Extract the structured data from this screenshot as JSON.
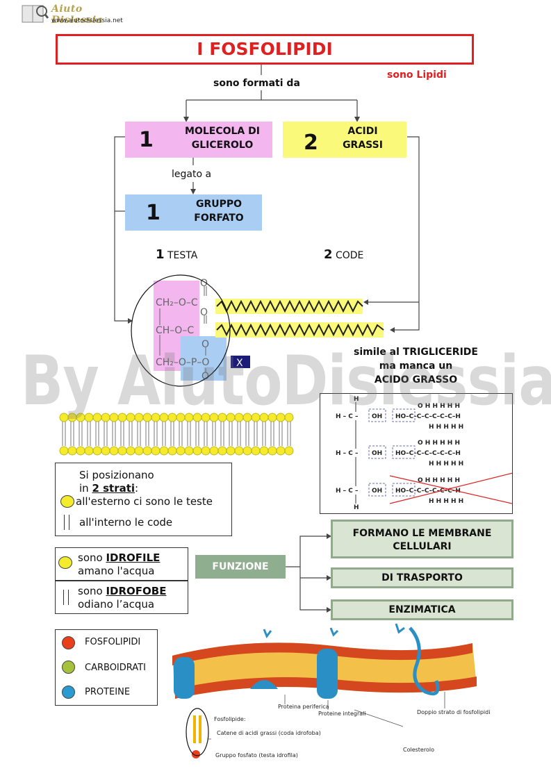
{
  "header": {
    "site_name": "Aiuto Dislessia",
    "site_url": "www.aiutodislessia.net"
  },
  "title": "I FOSFOLIPIDI",
  "note_lipidi": "sono Lipidi",
  "formed_by": "sono formati da",
  "glycerol": {
    "number": "1",
    "label_line1": "MOLECOLA DI",
    "label_line2": "GLICEROLO"
  },
  "fatty_acids": {
    "number": "2",
    "label_line1": "ACIDI",
    "label_line2": "GRASSI"
  },
  "linked_to": "legato a",
  "phosphate": {
    "number": "1",
    "label_line1": "GRUPPO",
    "label_line2": "FORFATO"
  },
  "head_label": {
    "number": "1",
    "text": "TESTA"
  },
  "tails_label": {
    "number": "2",
    "text": "CODE"
  },
  "structure": {
    "row1": "CH₂–O–C",
    "row2": "CH–O–C",
    "row3_a": "CH₂–O–P–O",
    "o": "O",
    "x": "X"
  },
  "triglyceride_note": {
    "line1": "simile al TRIGLICERIDE",
    "line2": "ma manca un",
    "line3": "ACIDO GRASSO"
  },
  "triglyceride_formula": {
    "h": "H",
    "c": "C",
    "oh": "OH",
    "left_h": "H – C –",
    "chain": "HO–C–C–C–C–C–C–H",
    "top": "O   H   H   H   H   H",
    "bottom": "H   H   H   H   H"
  },
  "layers_box": {
    "line1": "Si posizionano",
    "line2_pre": "in ",
    "line2_bold": "2 strati",
    "line2_post": ":",
    "outside": "all'esterno  ci sono le teste",
    "inside": "all'interno le code"
  },
  "hydrophilic": {
    "pre": "sono ",
    "bold": "IDROFILE",
    "line2": "amano l'acqua"
  },
  "hydrophobic": {
    "pre": "sono ",
    "bold": "IDROFOBE",
    "line2": "odiano l’acqua"
  },
  "function": {
    "label": "FUNZIONE",
    "items": [
      "FORMANO LE MEMBRANE CELLULARI",
      "DI TRASPORTO",
      "ENZIMATICA"
    ]
  },
  "legend": [
    {
      "label": "FOSFOLIPIDI",
      "color": "#e8401c"
    },
    {
      "label": "CARBOIDRATI",
      "color": "#a6c23c"
    },
    {
      "label": "PROTEINE",
      "color": "#2a9ad0"
    }
  ],
  "membrane_labels": {
    "proteina_periferica": "Proteina periferica",
    "proteine_integrali": "Proteine integrali",
    "doppio_strato": "Doppio strato di fosfolipidi",
    "colesterolo": "Colesterolo",
    "fosfolipide": "Fosfolipide:",
    "catene": "Catene di acidi grassi (coda idrofoba)",
    "gruppo_fosfato": "Gruppo fosfato (testa idrofila)"
  },
  "watermark": "By AiutoDislessia.net"
}
